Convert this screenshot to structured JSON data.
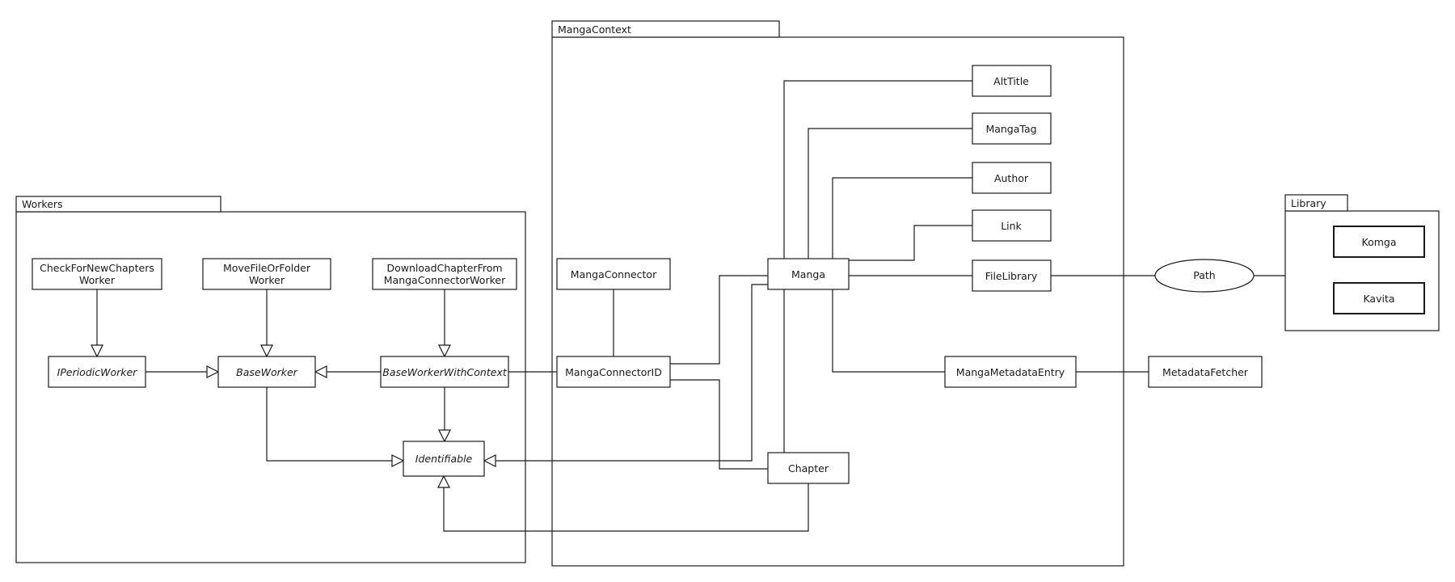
{
  "diagram": {
    "packages": {
      "workers": "Workers",
      "manga_context": "MangaContext",
      "library": "Library"
    },
    "nodes": {
      "check_for_new_chapters_worker": [
        "CheckForNewChapters",
        "Worker"
      ],
      "move_file_or_folder_worker": [
        "MoveFileOrFolder",
        "Worker"
      ],
      "download_chapter_from_manga_connector_worker": [
        "DownloadChapterFrom",
        "MangaConnectorWorker"
      ],
      "iperiodic_worker": "IPeriodicWorker",
      "base_worker": "BaseWorker",
      "base_worker_with_context": "BaseWorkerWithContext",
      "identifiable": "Identifiable",
      "manga_connector": "MangaConnector",
      "manga_connector_id": "MangaConnectorID",
      "manga": "Manga",
      "chapter": "Chapter",
      "alt_title": "AltTitle",
      "manga_tag": "MangaTag",
      "author": "Author",
      "link": "Link",
      "file_library": "FileLibrary",
      "manga_metadata_entry": "MangaMetadataEntry",
      "metadata_fetcher": "MetadataFetcher",
      "path": "Path",
      "komga": "Komga",
      "kavita": "Kavita"
    },
    "colors": {
      "line": "#1a1a1a",
      "node_fill": "#ffffff",
      "background": "#ffffff"
    }
  }
}
